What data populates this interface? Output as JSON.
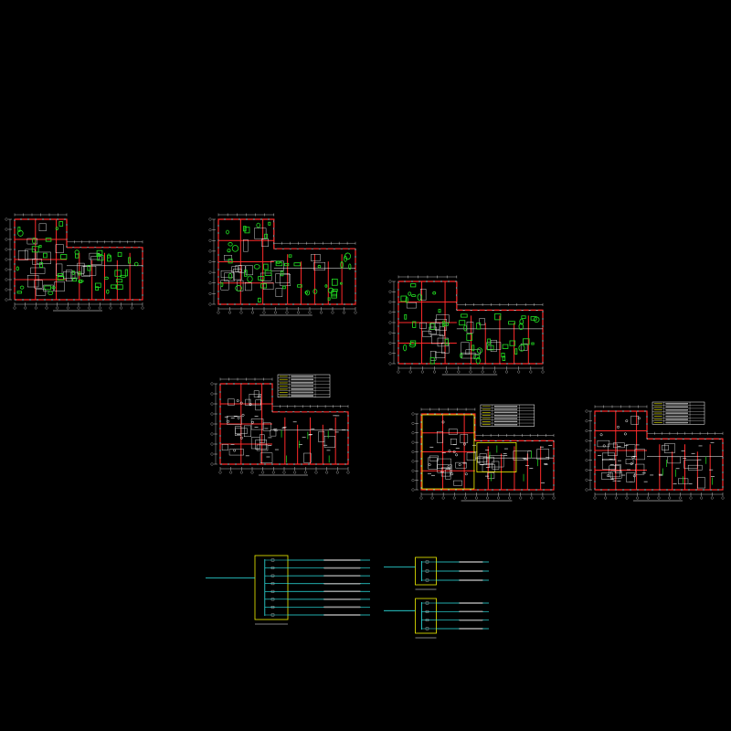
{
  "drawing": {
    "background": "#000000",
    "colors": {
      "wall": "#ff2a2a",
      "furniture": "#23e223",
      "dimension": "#e8e8e8",
      "frame": "#f2f200",
      "cable": "#2ee6e6",
      "outline": "#ffffff"
    },
    "sheets": [
      {
        "kind": "plan-furnished",
        "title": ""
      },
      {
        "kind": "plan-furnished",
        "title": ""
      },
      {
        "kind": "plan-furnished",
        "title": ""
      },
      {
        "kind": "plan-lighting",
        "title": ""
      },
      {
        "kind": "plan-lighting",
        "title": ""
      },
      {
        "kind": "plan-lighting",
        "title": ""
      }
    ],
    "panels": [
      {
        "kind": "distribution-panel-main",
        "title": ""
      },
      {
        "kind": "distribution-panel-sub",
        "title": ""
      },
      {
        "kind": "distribution-panel-sub",
        "title": ""
      }
    ]
  }
}
